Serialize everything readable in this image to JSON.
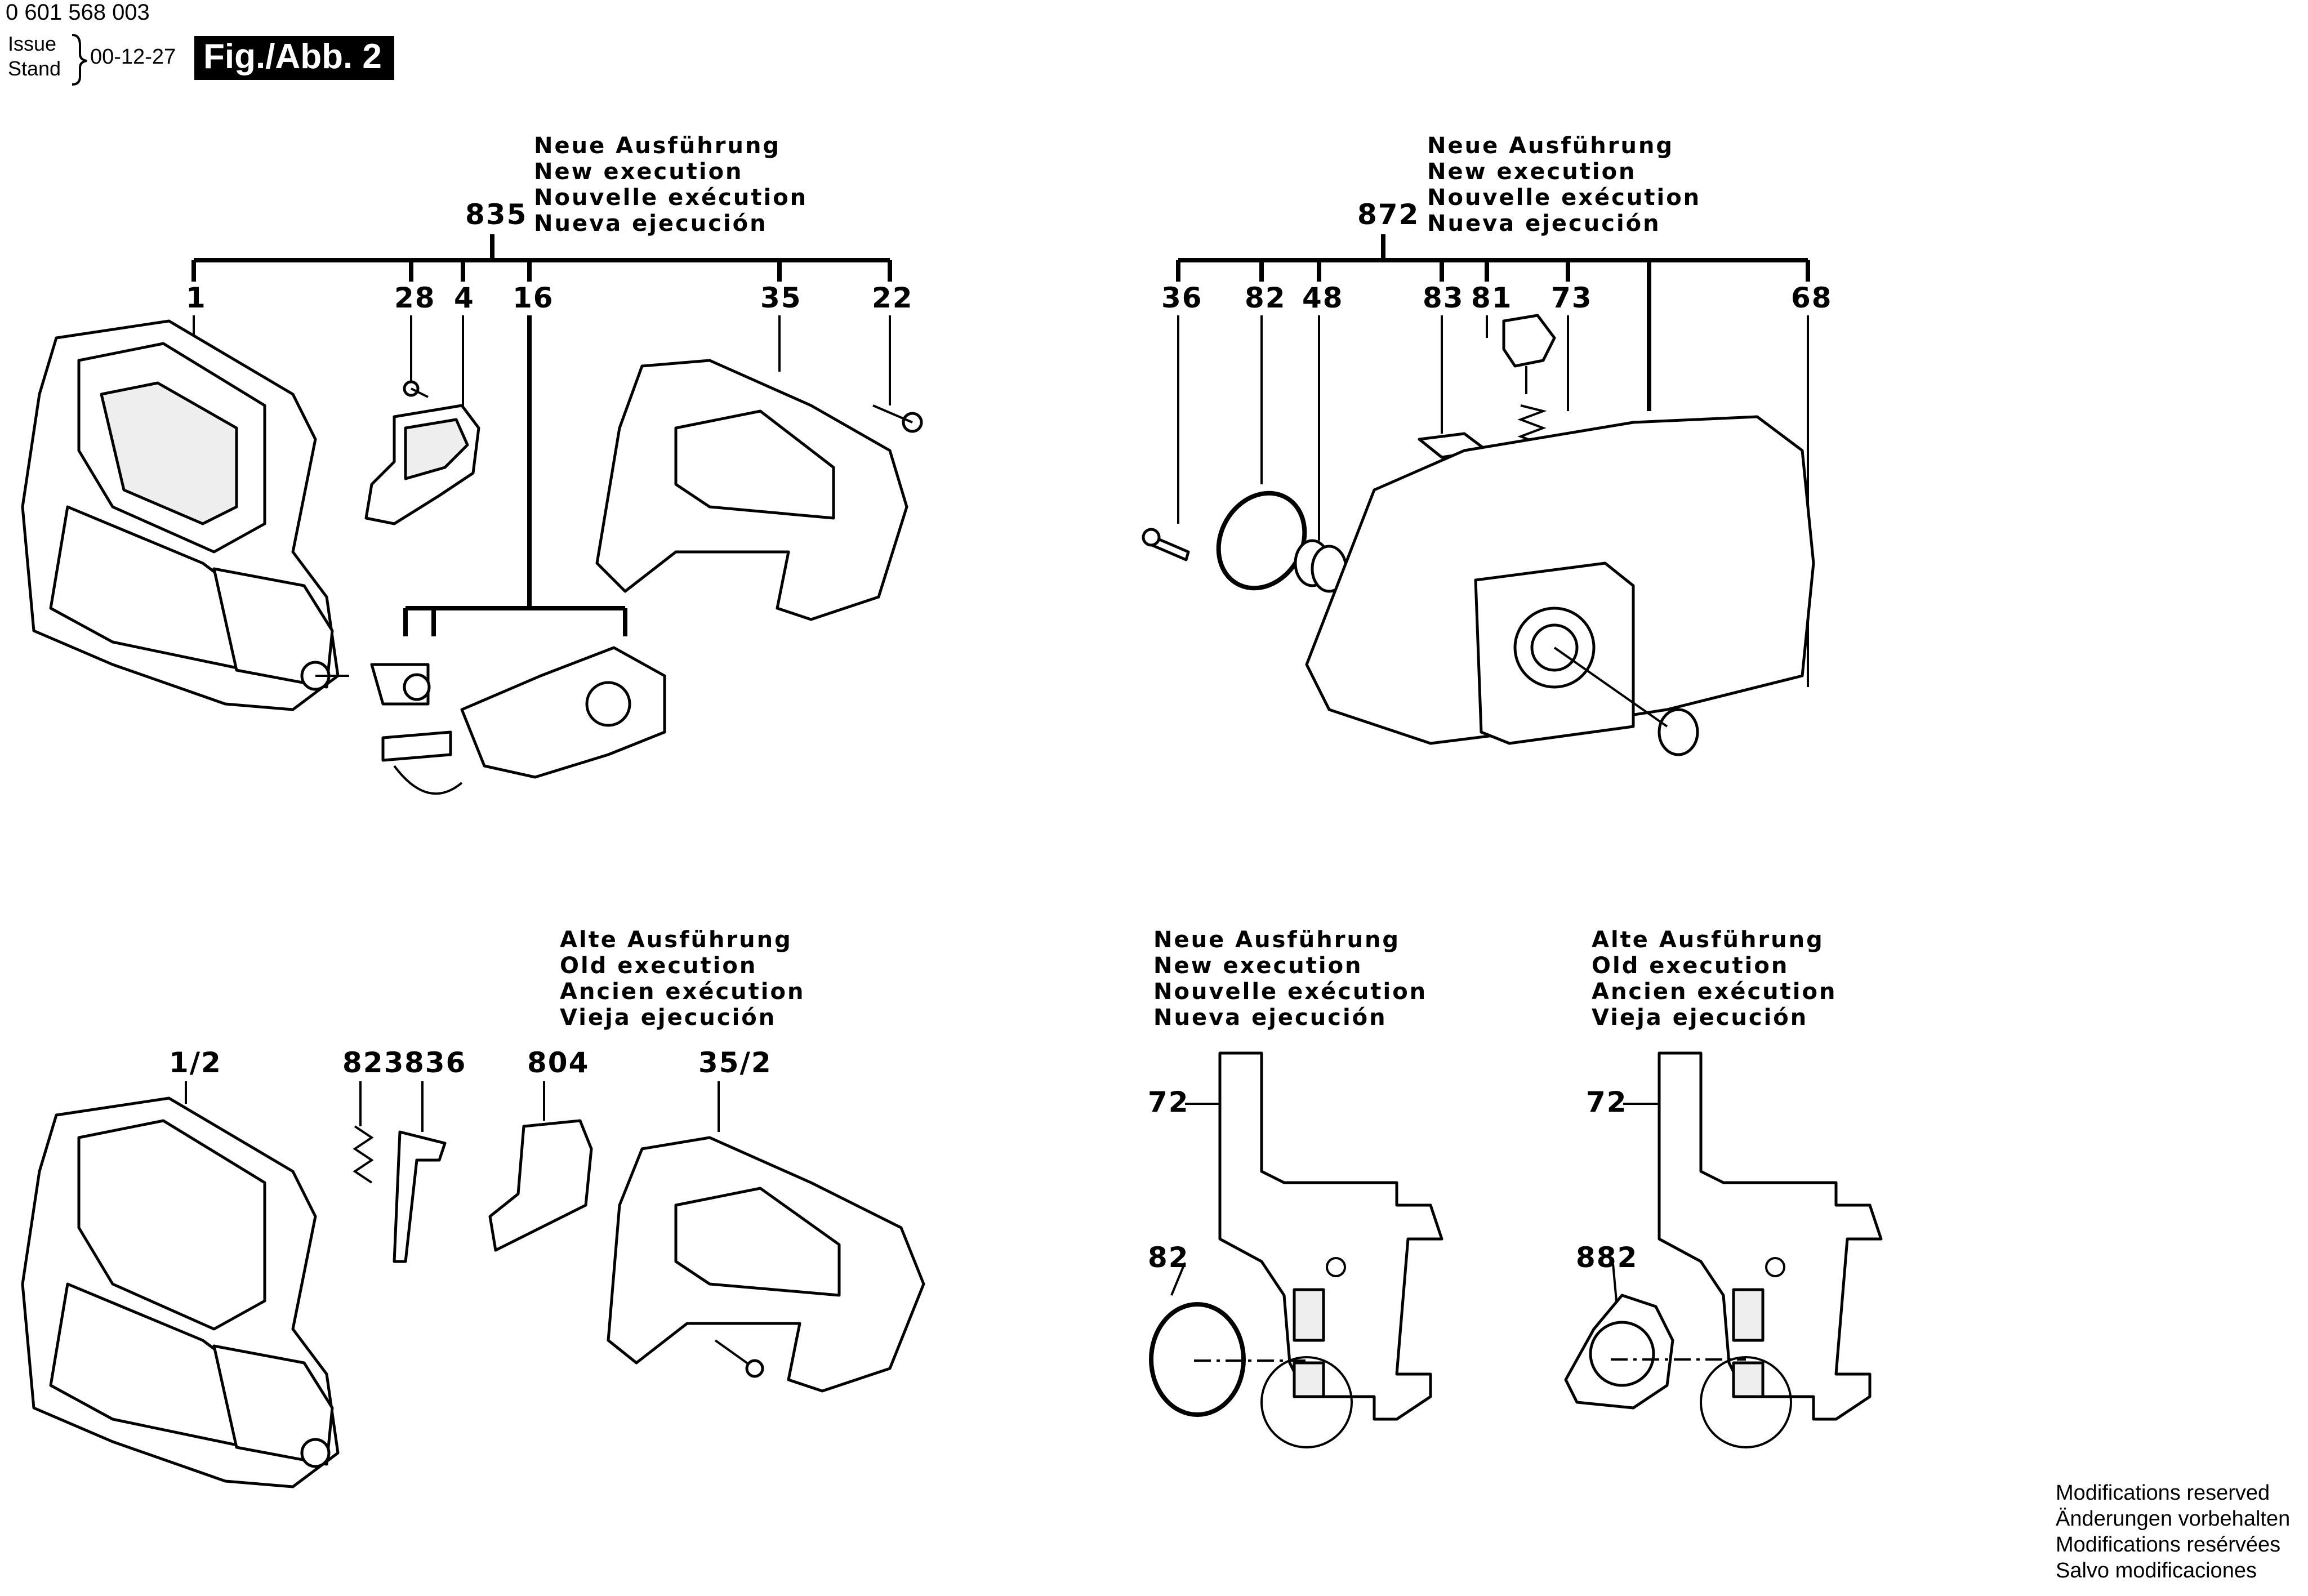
{
  "header": {
    "part_number": "0 601 568 003",
    "issue_label": "Issue",
    "stand_label": "Stand",
    "date": "00-12-27",
    "figure": "Fig./Abb. 2"
  },
  "groups": {
    "top_left": {
      "caption": [
        "Neue Ausführung",
        "New execution",
        "Nouvelle exécution",
        "Nueva ejecución"
      ],
      "assembly": "835",
      "parts": [
        "1",
        "28",
        "4",
        "16",
        "35",
        "22"
      ]
    },
    "top_right": {
      "caption": [
        "Neue Ausführung",
        "New execution",
        "Nouvelle exécution",
        "Nueva ejecución"
      ],
      "assembly": "872",
      "parts": [
        "36",
        "82",
        "48",
        "83",
        "81",
        "73",
        "68"
      ]
    },
    "bottom_left": {
      "caption": [
        "Alte Ausführung",
        "Old execution",
        "Ancien exécution",
        "Vieja ejecución"
      ],
      "parts": [
        "1/2",
        "823",
        "836",
        "804",
        "35/2"
      ]
    },
    "bottom_mid": {
      "caption": [
        "Neue Ausführung",
        "New execution",
        "Nouvelle exécution",
        "Nueva ejecución"
      ],
      "parts": [
        "72",
        "82"
      ]
    },
    "bottom_right": {
      "caption": [
        "Alte Ausführung",
        "Old execution",
        "Ancien exécution",
        "Vieja ejecución"
      ],
      "parts": [
        "72",
        "882"
      ]
    }
  },
  "footer": [
    "Modifications reserved",
    "Änderungen vorbehalten",
    "Modifications resérvées",
    "Salvo modificaciones"
  ]
}
